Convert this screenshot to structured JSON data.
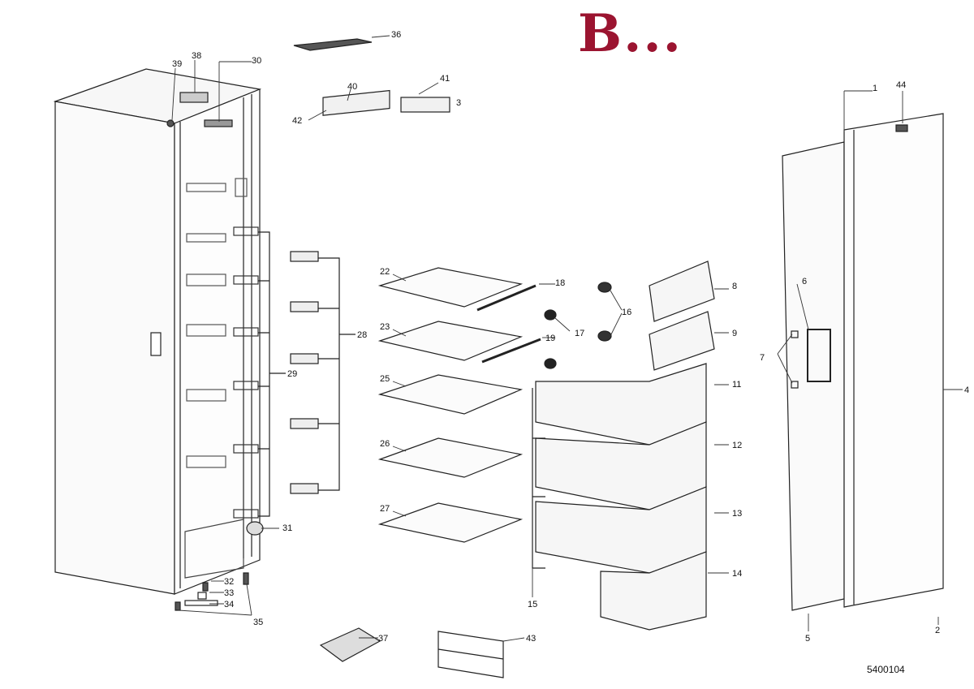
{
  "brand_text": "B...",
  "drawing_code": "5400104",
  "callouts": [
    "1",
    "2",
    "3",
    "4",
    "5",
    "6",
    "7",
    "8",
    "9",
    "11",
    "12",
    "13",
    "14",
    "15",
    "16",
    "17",
    "18",
    "19",
    "22",
    "23",
    "25",
    "26",
    "27",
    "28",
    "29",
    "30",
    "31",
    "32",
    "33",
    "34",
    "35",
    "36",
    "37",
    "38",
    "39",
    "40",
    "41",
    "42",
    "43",
    "44"
  ]
}
